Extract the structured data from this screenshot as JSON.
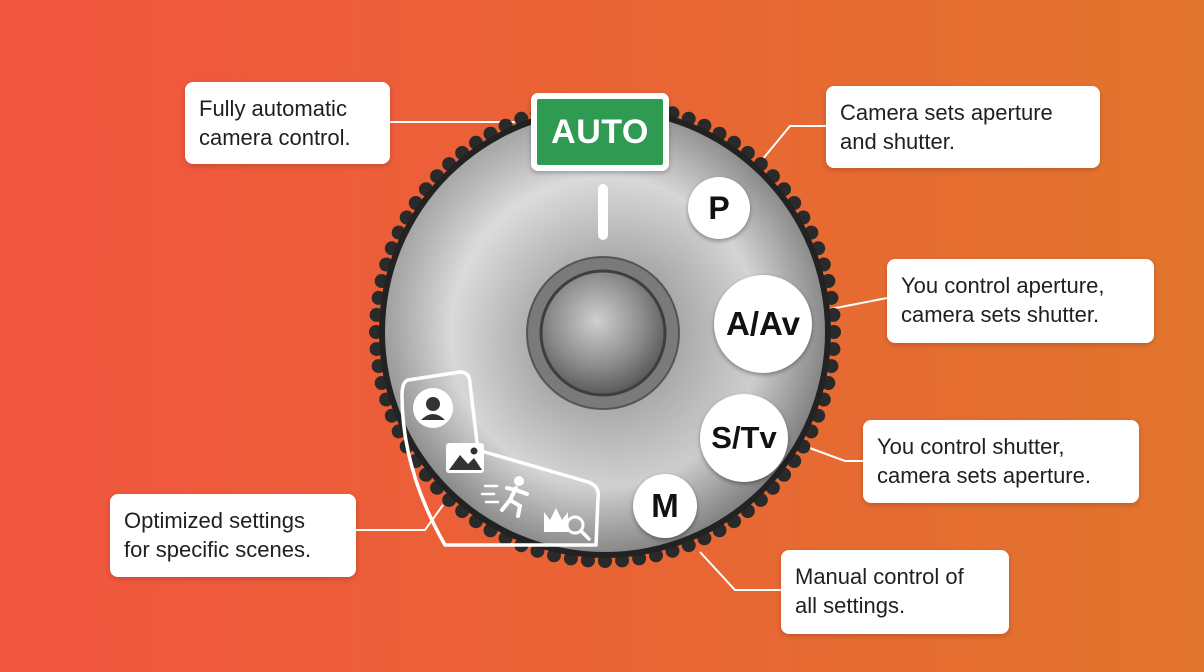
{
  "modes": {
    "auto": "AUTO",
    "program": "P",
    "aperture_priority": "A/Av",
    "shutter_priority": "S/Tv",
    "manual": "M"
  },
  "callouts": {
    "auto": [
      "Fully automatic",
      "camera control."
    ],
    "program": [
      "Camera sets aperture",
      "and shutter."
    ],
    "aperture_priority": [
      "You control aperture,",
      "camera sets shutter."
    ],
    "shutter_priority": [
      "You control shutter,",
      "camera sets aperture."
    ],
    "manual": [
      "Manual control of",
      "all settings."
    ],
    "scenes": [
      "Optimized settings",
      "for specific scenes."
    ]
  },
  "scene_icons": [
    "portrait-icon",
    "landscape-icon",
    "sports-icon",
    "macro-icon"
  ],
  "colors": {
    "background_left": "#f2553f",
    "background_right": "#e2752d",
    "auto_green": "#2f9a52",
    "callout_bg": "#ffffff"
  }
}
